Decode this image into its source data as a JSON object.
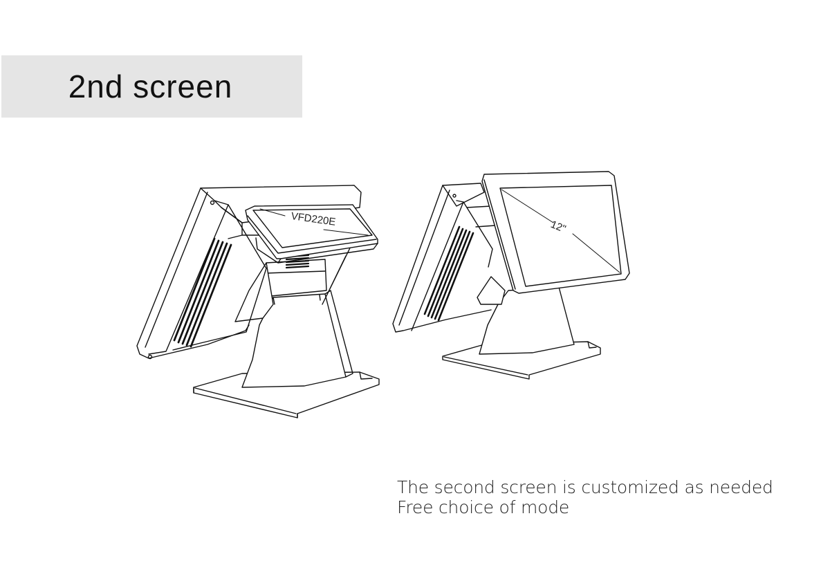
{
  "header": {
    "title": "2nd screen"
  },
  "figures": [
    {
      "name": "pos-terminal-with-vfd-display",
      "label": "VFD220E"
    },
    {
      "name": "pos-terminal-with-12-inch-second-screen",
      "label": "12\""
    }
  ],
  "caption": {
    "line1": "The second screen is customized as needed",
    "line2": "Free choice of mode"
  },
  "colors": {
    "title_background": "#e5e5e5",
    "text": "#111111",
    "line_art": "#111111",
    "background": "#ffffff"
  }
}
